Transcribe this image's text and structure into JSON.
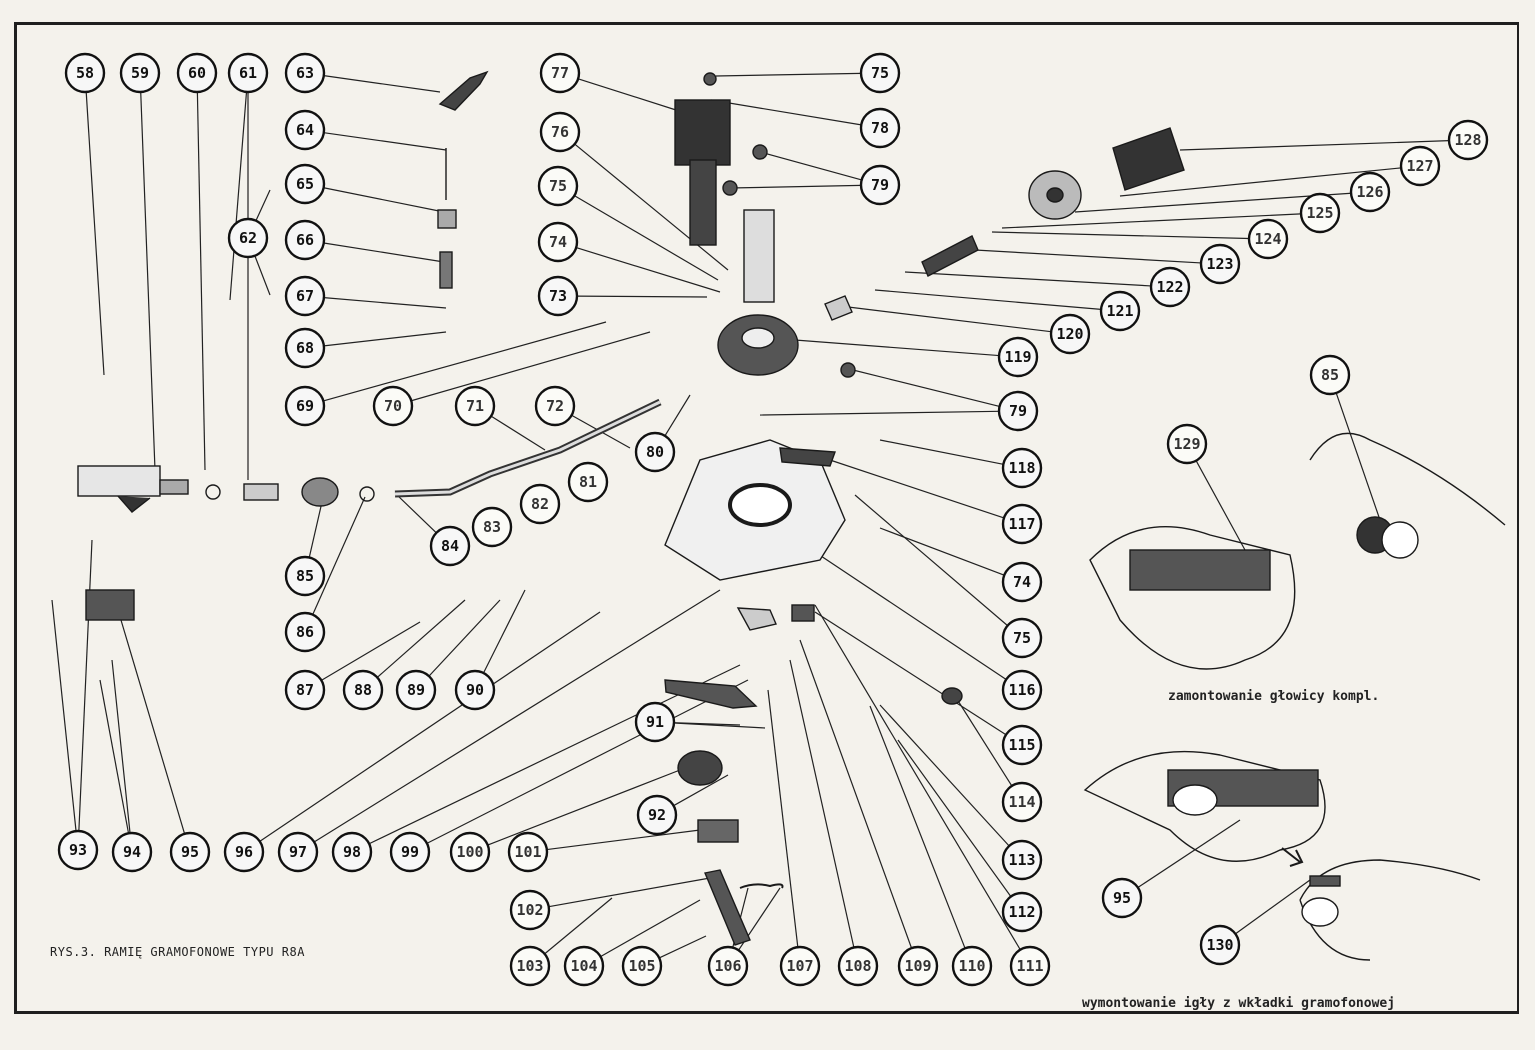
{
  "figure": {
    "caption": "RYS.3. RAMIĘ GRAMOFONOWE TYPU R8A",
    "head_mount_caption": "zamontowanie głowicy kompl.",
    "needle_removal_caption": "wymontowanie igły z wkładki gramofonowej"
  },
  "callouts": [
    {
      "label": "58"
    },
    {
      "label": "59"
    },
    {
      "label": "60"
    },
    {
      "label": "61"
    },
    {
      "label": "63"
    },
    {
      "label": "64"
    },
    {
      "label": "65"
    },
    {
      "label": "62"
    },
    {
      "label": "66"
    },
    {
      "label": "67"
    },
    {
      "label": "68"
    },
    {
      "label": "69"
    },
    {
      "label": "70"
    },
    {
      "label": "71"
    },
    {
      "label": "72"
    },
    {
      "label": "81"
    },
    {
      "label": "82"
    },
    {
      "label": "83"
    },
    {
      "label": "84"
    },
    {
      "label": "85"
    },
    {
      "label": "86"
    },
    {
      "label": "87"
    },
    {
      "label": "88"
    },
    {
      "label": "89"
    },
    {
      "label": "90"
    },
    {
      "label": "93"
    },
    {
      "label": "94"
    },
    {
      "label": "95"
    },
    {
      "label": "96"
    },
    {
      "label": "97"
    },
    {
      "label": "98"
    },
    {
      "label": "99"
    },
    {
      "label": "100"
    },
    {
      "label": "101"
    },
    {
      "label": "102"
    },
    {
      "label": "103"
    },
    {
      "label": "104"
    },
    {
      "label": "105"
    },
    {
      "label": "106"
    },
    {
      "label": "107"
    },
    {
      "label": "108"
    },
    {
      "label": "109"
    },
    {
      "label": "110"
    },
    {
      "label": "111"
    },
    {
      "label": "91"
    },
    {
      "label": "92"
    },
    {
      "label": "77"
    },
    {
      "label": "76"
    },
    {
      "label": "75"
    },
    {
      "label": "74"
    },
    {
      "label": "73"
    },
    {
      "label": "75"
    },
    {
      "label": "78"
    },
    {
      "label": "79"
    },
    {
      "label": "128"
    },
    {
      "label": "127"
    },
    {
      "label": "126"
    },
    {
      "label": "125"
    },
    {
      "label": "124"
    },
    {
      "label": "123"
    },
    {
      "label": "122"
    },
    {
      "label": "121"
    },
    {
      "label": "120"
    },
    {
      "label": "119"
    },
    {
      "label": "79"
    },
    {
      "label": "80"
    },
    {
      "label": "118"
    },
    {
      "label": "117"
    },
    {
      "label": "74"
    },
    {
      "label": "75"
    },
    {
      "label": "116"
    },
    {
      "label": "115"
    },
    {
      "label": "114"
    },
    {
      "label": "113"
    },
    {
      "label": "112"
    },
    {
      "label": "85"
    },
    {
      "label": "129"
    },
    {
      "label": "95"
    },
    {
      "label": "130"
    }
  ]
}
